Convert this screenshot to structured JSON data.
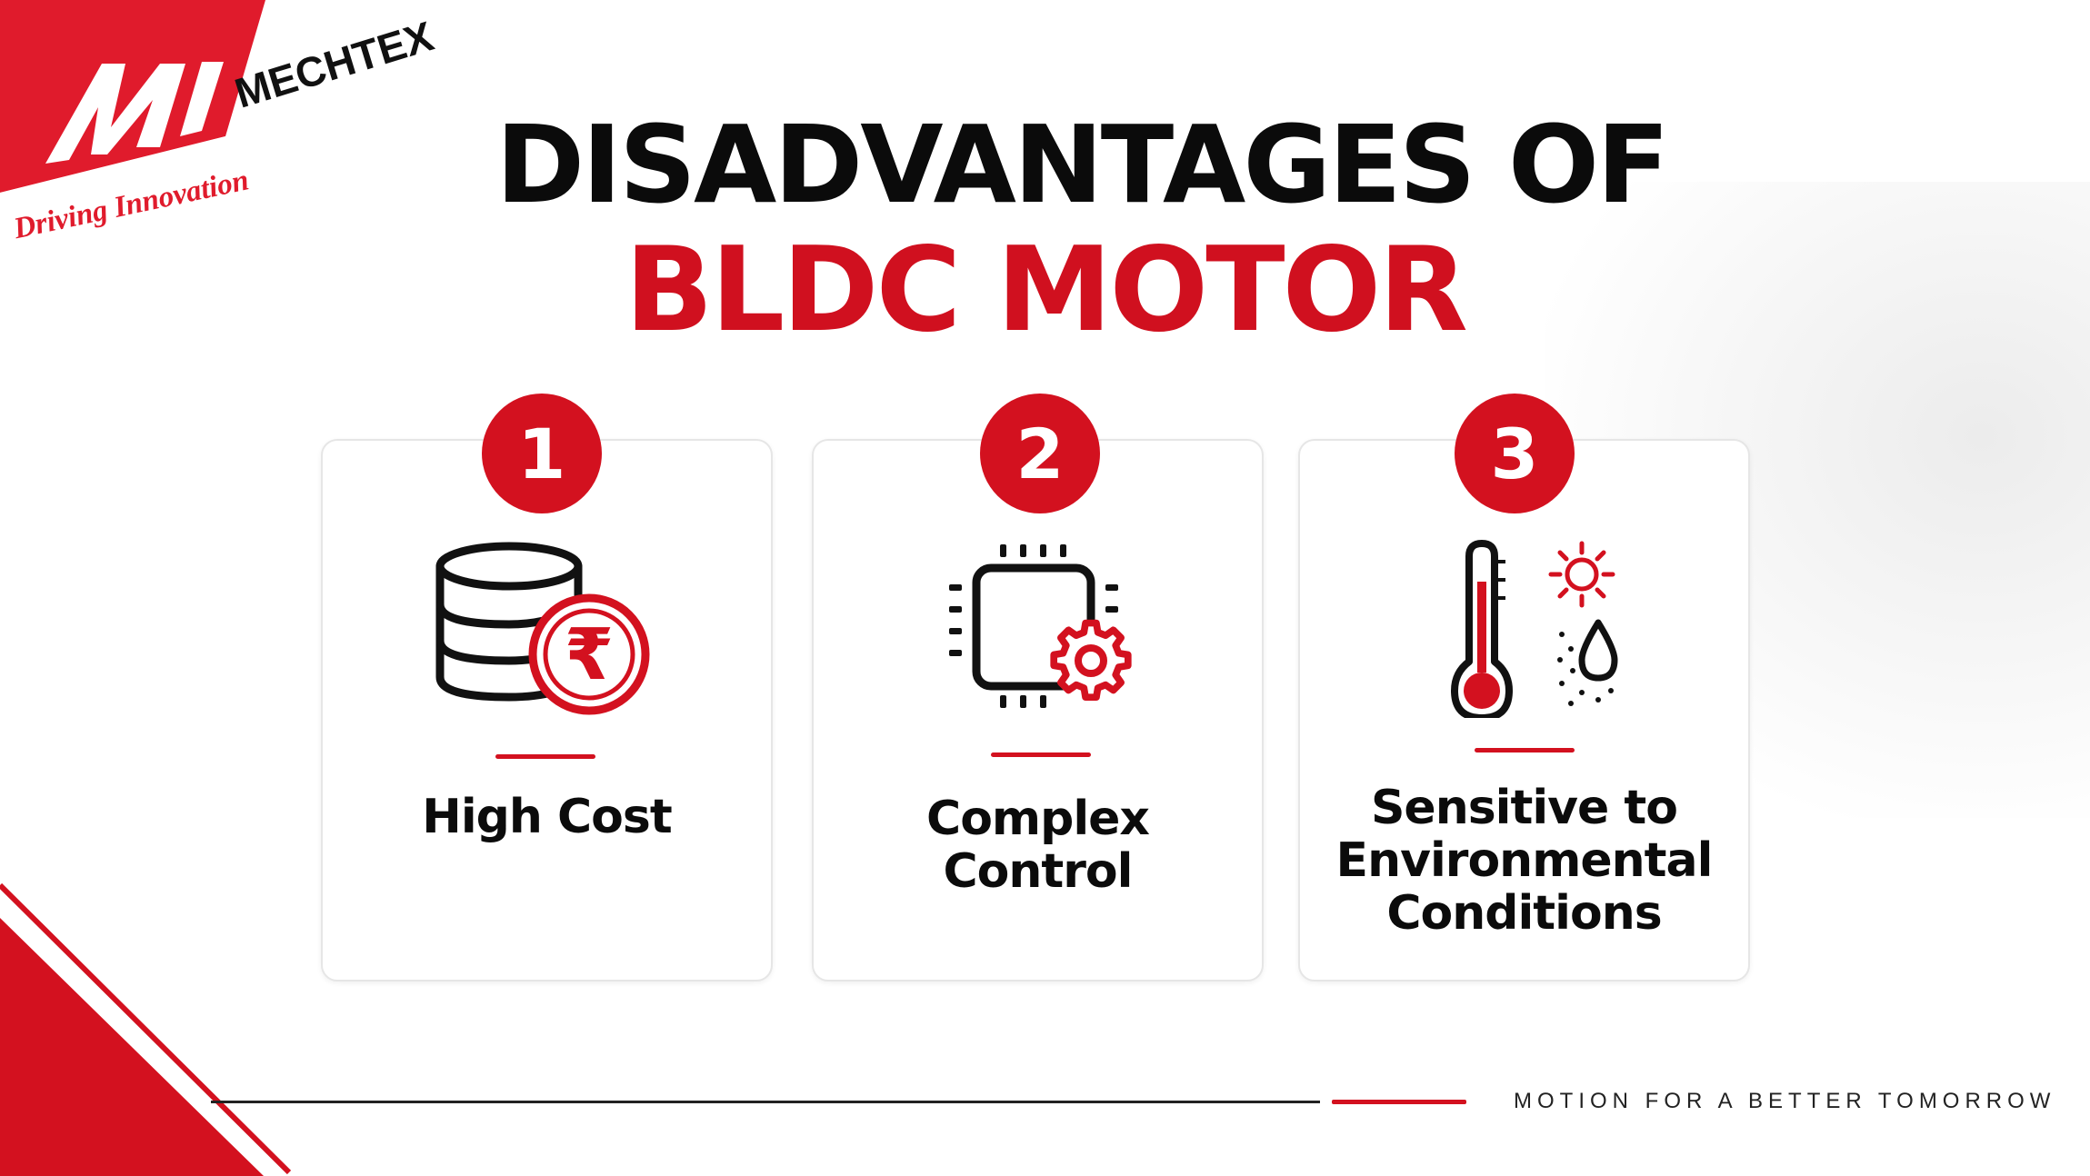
{
  "brand": {
    "name": "MECHTEX",
    "tagline": "Driving Innovation",
    "logo_icon": "mechtex-m-logo-icon"
  },
  "title": {
    "line1": "DISADVANTAGES OF",
    "line2": "BLDC MOTOR"
  },
  "cards": [
    {
      "number": "1",
      "label": "High Cost",
      "icon": "coin-stack-rupee-icon"
    },
    {
      "number": "2",
      "label_lines": [
        "Complex",
        "Control"
      ],
      "icon": "microchip-gear-icon"
    },
    {
      "number": "3",
      "label_lines": [
        "Sensitive to",
        "Environmental",
        "Conditions"
      ],
      "icon": "thermometer-sun-drop-icon"
    }
  ],
  "footer": {
    "slogan": "MOTION FOR A BETTER TOMORROW"
  },
  "colors": {
    "accent": "#d3111f",
    "text": "#0b0b0b",
    "card_border": "#e6e6e6"
  }
}
